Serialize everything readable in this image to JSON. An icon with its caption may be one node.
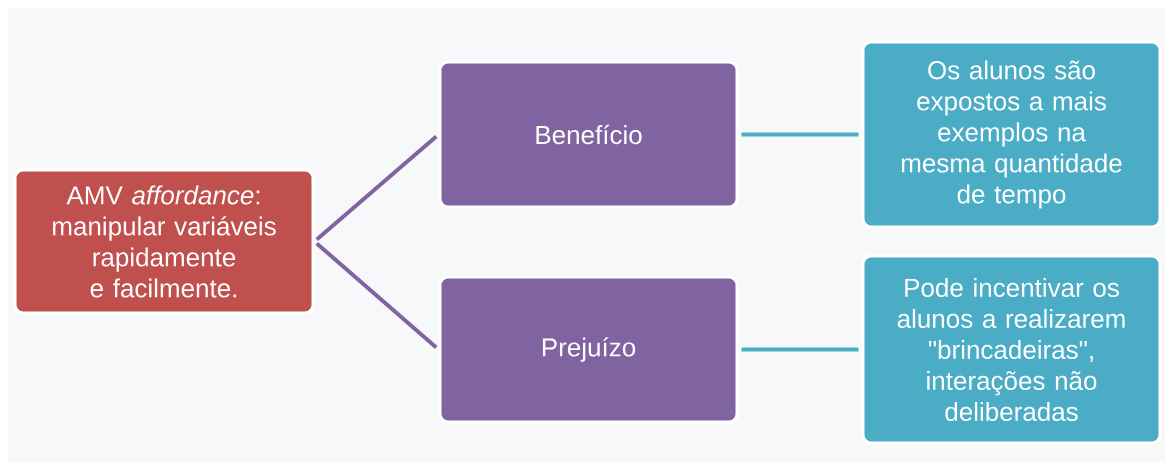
{
  "diagram": {
    "nodes": [
      {
        "text": [
          "AMV *affordance*: manipular variáveis rapidamente e facilmente."
        ]
      },
      {
        "text": [
          "Benefício"
        ]
      },
      {
        "text": [
          "Prejuízo"
        ]
      },
      {
        "text": [
          "Os alunos são expostos a mais exemplos na mesma quantidade de tempo"
        ]
      },
      {
        "text": [
          "Pode incentivar os alunos a realizarem \"brincadeiras\", interações não deliberadas"
        ]
      }
    ],
    "edges": [
      {
        "from": 0,
        "to": 1,
        "arrow": "none",
        "color": "#8064a2"
      },
      {
        "from": 0,
        "to": 2,
        "arrow": "none",
        "color": "#8064a2"
      },
      {
        "from": 1,
        "to": 3,
        "arrow": "none",
        "color": "#4bacc6"
      },
      {
        "from": 2,
        "to": 4,
        "arrow": "none",
        "color": "#4bacc6"
      }
    ]
  }
}
